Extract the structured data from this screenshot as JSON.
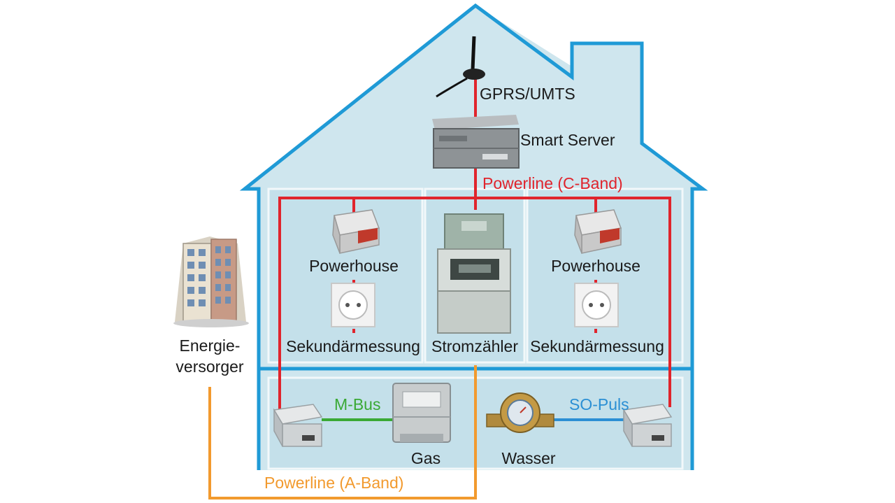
{
  "labels": {
    "gprs": "GPRS/UMTS",
    "smart_server": "Smart Server",
    "powerline_c": "Powerline (C-Band)",
    "powerhouse_left": "Powerhouse",
    "powerhouse_right": "Powerhouse",
    "sekundaer_left": "Sekundärmessung",
    "sekundaer_right": "Sekundärmessung",
    "stromzaehler": "Stromzähler",
    "energie_line1": "Energie-",
    "energie_line2": "versorger",
    "mbus": "M-Bus",
    "gas": "Gas",
    "wasser": "Wasser",
    "so_puls": "SO-Puls",
    "powerline_a": "Powerline (A-Band)"
  },
  "colors": {
    "house_outline": "#1f9ad6",
    "house_fill": "#cfe6ee",
    "room_fill": "#c4e0ea",
    "room_border": "#f2f8fa",
    "powerline_c": "#e0242c",
    "powerline_a": "#f29a2e",
    "mbus": "#3aa935",
    "so_puls": "#2b8fd4"
  }
}
